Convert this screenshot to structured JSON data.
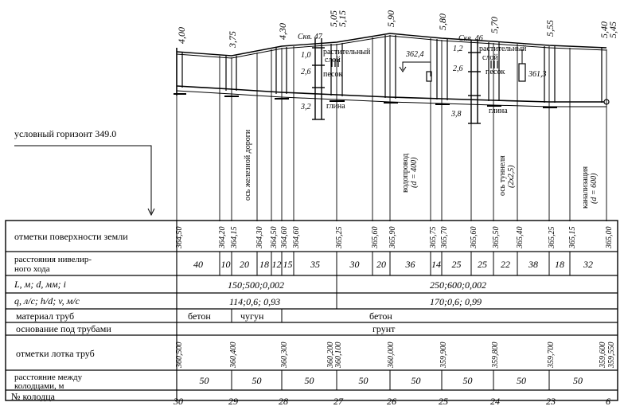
{
  "ground_marks_top": [
    "4,00",
    "3,75",
    "4,30",
    "5,05",
    "5,15",
    "5,90",
    "5,80",
    "5,70",
    "5,55",
    "5,40",
    "5,45"
  ],
  "boreholes": {
    "left": {
      "name": "Скв. 47",
      "depths": [
        "1,0",
        "2,6",
        "3,2"
      ],
      "layers": [
        "растительный",
        "слой",
        "песок",
        "глина"
      ]
    },
    "right": {
      "name": "Скв. 46",
      "depths": [
        "1,2",
        "2,6",
        "3,8"
      ],
      "layers": [
        "растительный",
        "слой",
        "песок",
        "глина"
      ]
    }
  },
  "water_levels": [
    "362,4",
    "361,3"
  ],
  "datum_label": "условный горизонт  349.0",
  "features": [
    "ось железной дороги",
    "водопровод",
    "(d = 400)",
    "ось туннеля",
    "(2х2,5)",
    "канализация",
    "(d = 600)"
  ],
  "rows": {
    "ground": "отметки поверхности земли",
    "distances": "расстояния нивелир-",
    "distances2": "ного хода",
    "params": "L, м;   d, мм;   i",
    "flow": "q, л/с;    h/d;    v, м/с",
    "material": "материал труб",
    "base": "основание под трубами",
    "invert": "отметки лотка труб",
    "wells_dist": "расстояние между",
    "wells_dist2": "колодцами, м",
    "well_no": "№ колодца"
  },
  "ground_marks": [
    "364,50",
    "364,20",
    "364,15",
    "364,30",
    "364,50",
    "364,60",
    "364,60",
    "365,25",
    "365,60",
    "365,90",
    "365,75",
    "365,70",
    "365,60",
    "365,50",
    "365,40",
    "365,25",
    "365,15",
    "365,00"
  ],
  "distances": [
    "40",
    "10",
    "20",
    "18",
    "12",
    "15",
    "35",
    "30",
    "20",
    "36",
    "14",
    "25",
    "25",
    "22",
    "38",
    "18",
    "32"
  ],
  "params": [
    "150;500;0,002",
    "250;600;0,002"
  ],
  "flow": [
    "114;0,6; 0,93",
    "170;0,6;  0,99"
  ],
  "materials": [
    "бетон",
    "чугун",
    "бетон"
  ],
  "base": "грунт",
  "invert_marks": [
    "360,500",
    "360,400",
    "360,300",
    "360,200",
    "360,100",
    "360,000",
    "359,900",
    "359,800",
    "359,700",
    "359,600",
    "359,550"
  ],
  "well_distances": [
    "50",
    "50",
    "50",
    "50",
    "50",
    "50",
    "50",
    "50"
  ],
  "wells": [
    "30",
    "29",
    "28",
    "27",
    "26",
    "25",
    "24",
    "23",
    "6"
  ]
}
